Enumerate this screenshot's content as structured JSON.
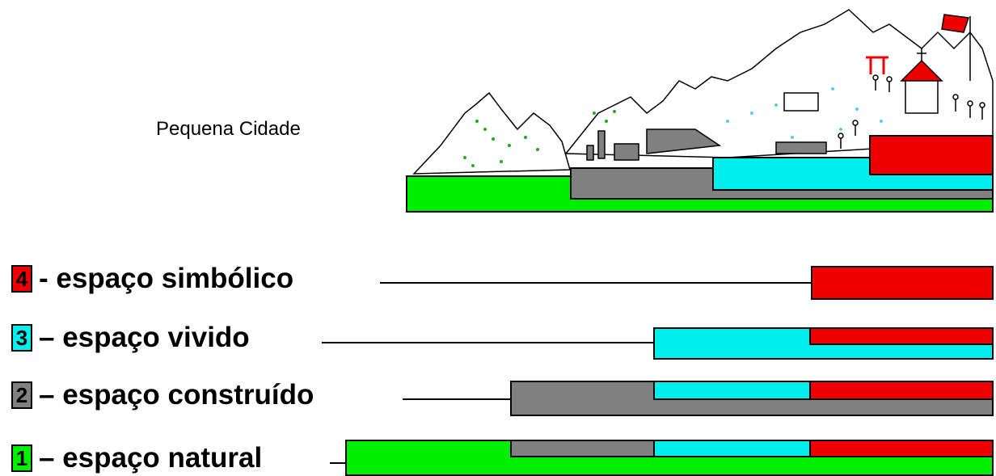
{
  "title": "Pequena Cidade",
  "colors": {
    "natural": "#00ee00",
    "construido": "#808080",
    "vivido": "#00eeee",
    "simbolico": "#ee0000",
    "temple": "#ee0000"
  },
  "legend": [
    {
      "number": "4",
      "label": "- espaço simbólico",
      "color": "#ee0000"
    },
    {
      "number": "3",
      "label": "– espaço vivido",
      "color": "#00eeee"
    },
    {
      "number": "2",
      "label": "– espaço construído",
      "color": "#808080"
    },
    {
      "number": "1",
      "label": "– espaço natural",
      "color": "#00ee00"
    }
  ]
}
